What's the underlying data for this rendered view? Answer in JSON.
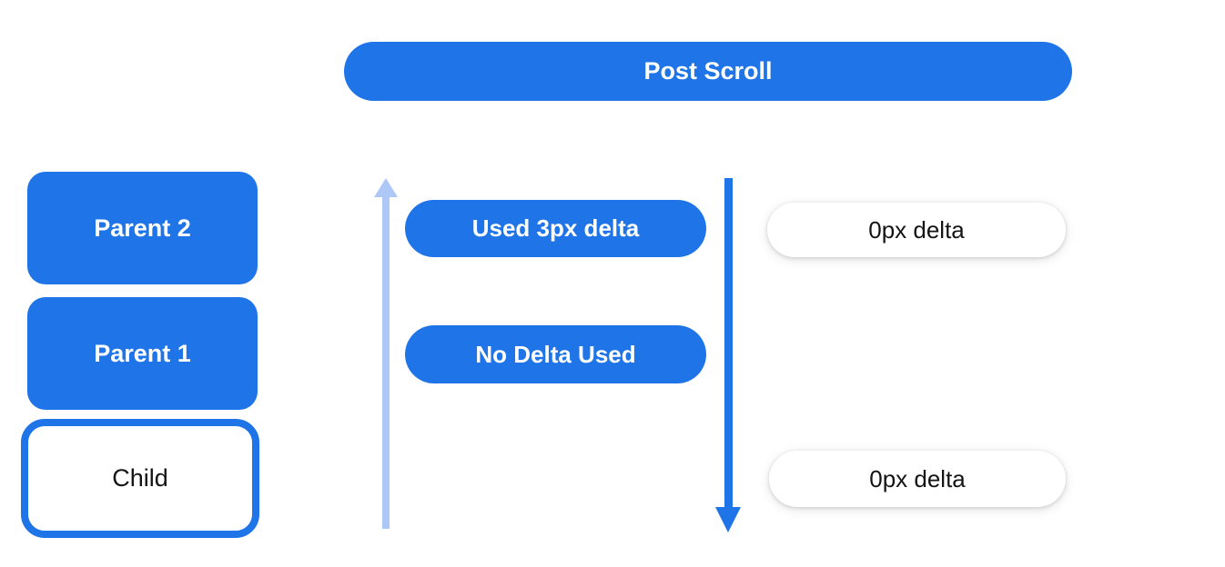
{
  "colors": {
    "primary_blue": "#1f74e8",
    "light_blue": "#adc8f7",
    "background": "#ffffff",
    "text_dark": "#141414",
    "text_on_blue": "#ffffff"
  },
  "banner": {
    "label": "Post Scroll"
  },
  "scroller_stack": {
    "parent2": {
      "label": "Parent 2"
    },
    "parent1": {
      "label": "Parent 1"
    },
    "child": {
      "label": "Child"
    }
  },
  "delta_labels": {
    "used": {
      "label": "Used 3px delta"
    },
    "no_delta": {
      "label": "No Delta Used"
    },
    "zero_top": {
      "label": "0px delta"
    },
    "zero_bottom": {
      "label": "0px delta"
    }
  },
  "icons": {
    "up_arrow": "upward-scroll-arrow",
    "down_arrow": "downward-scroll-arrow"
  }
}
